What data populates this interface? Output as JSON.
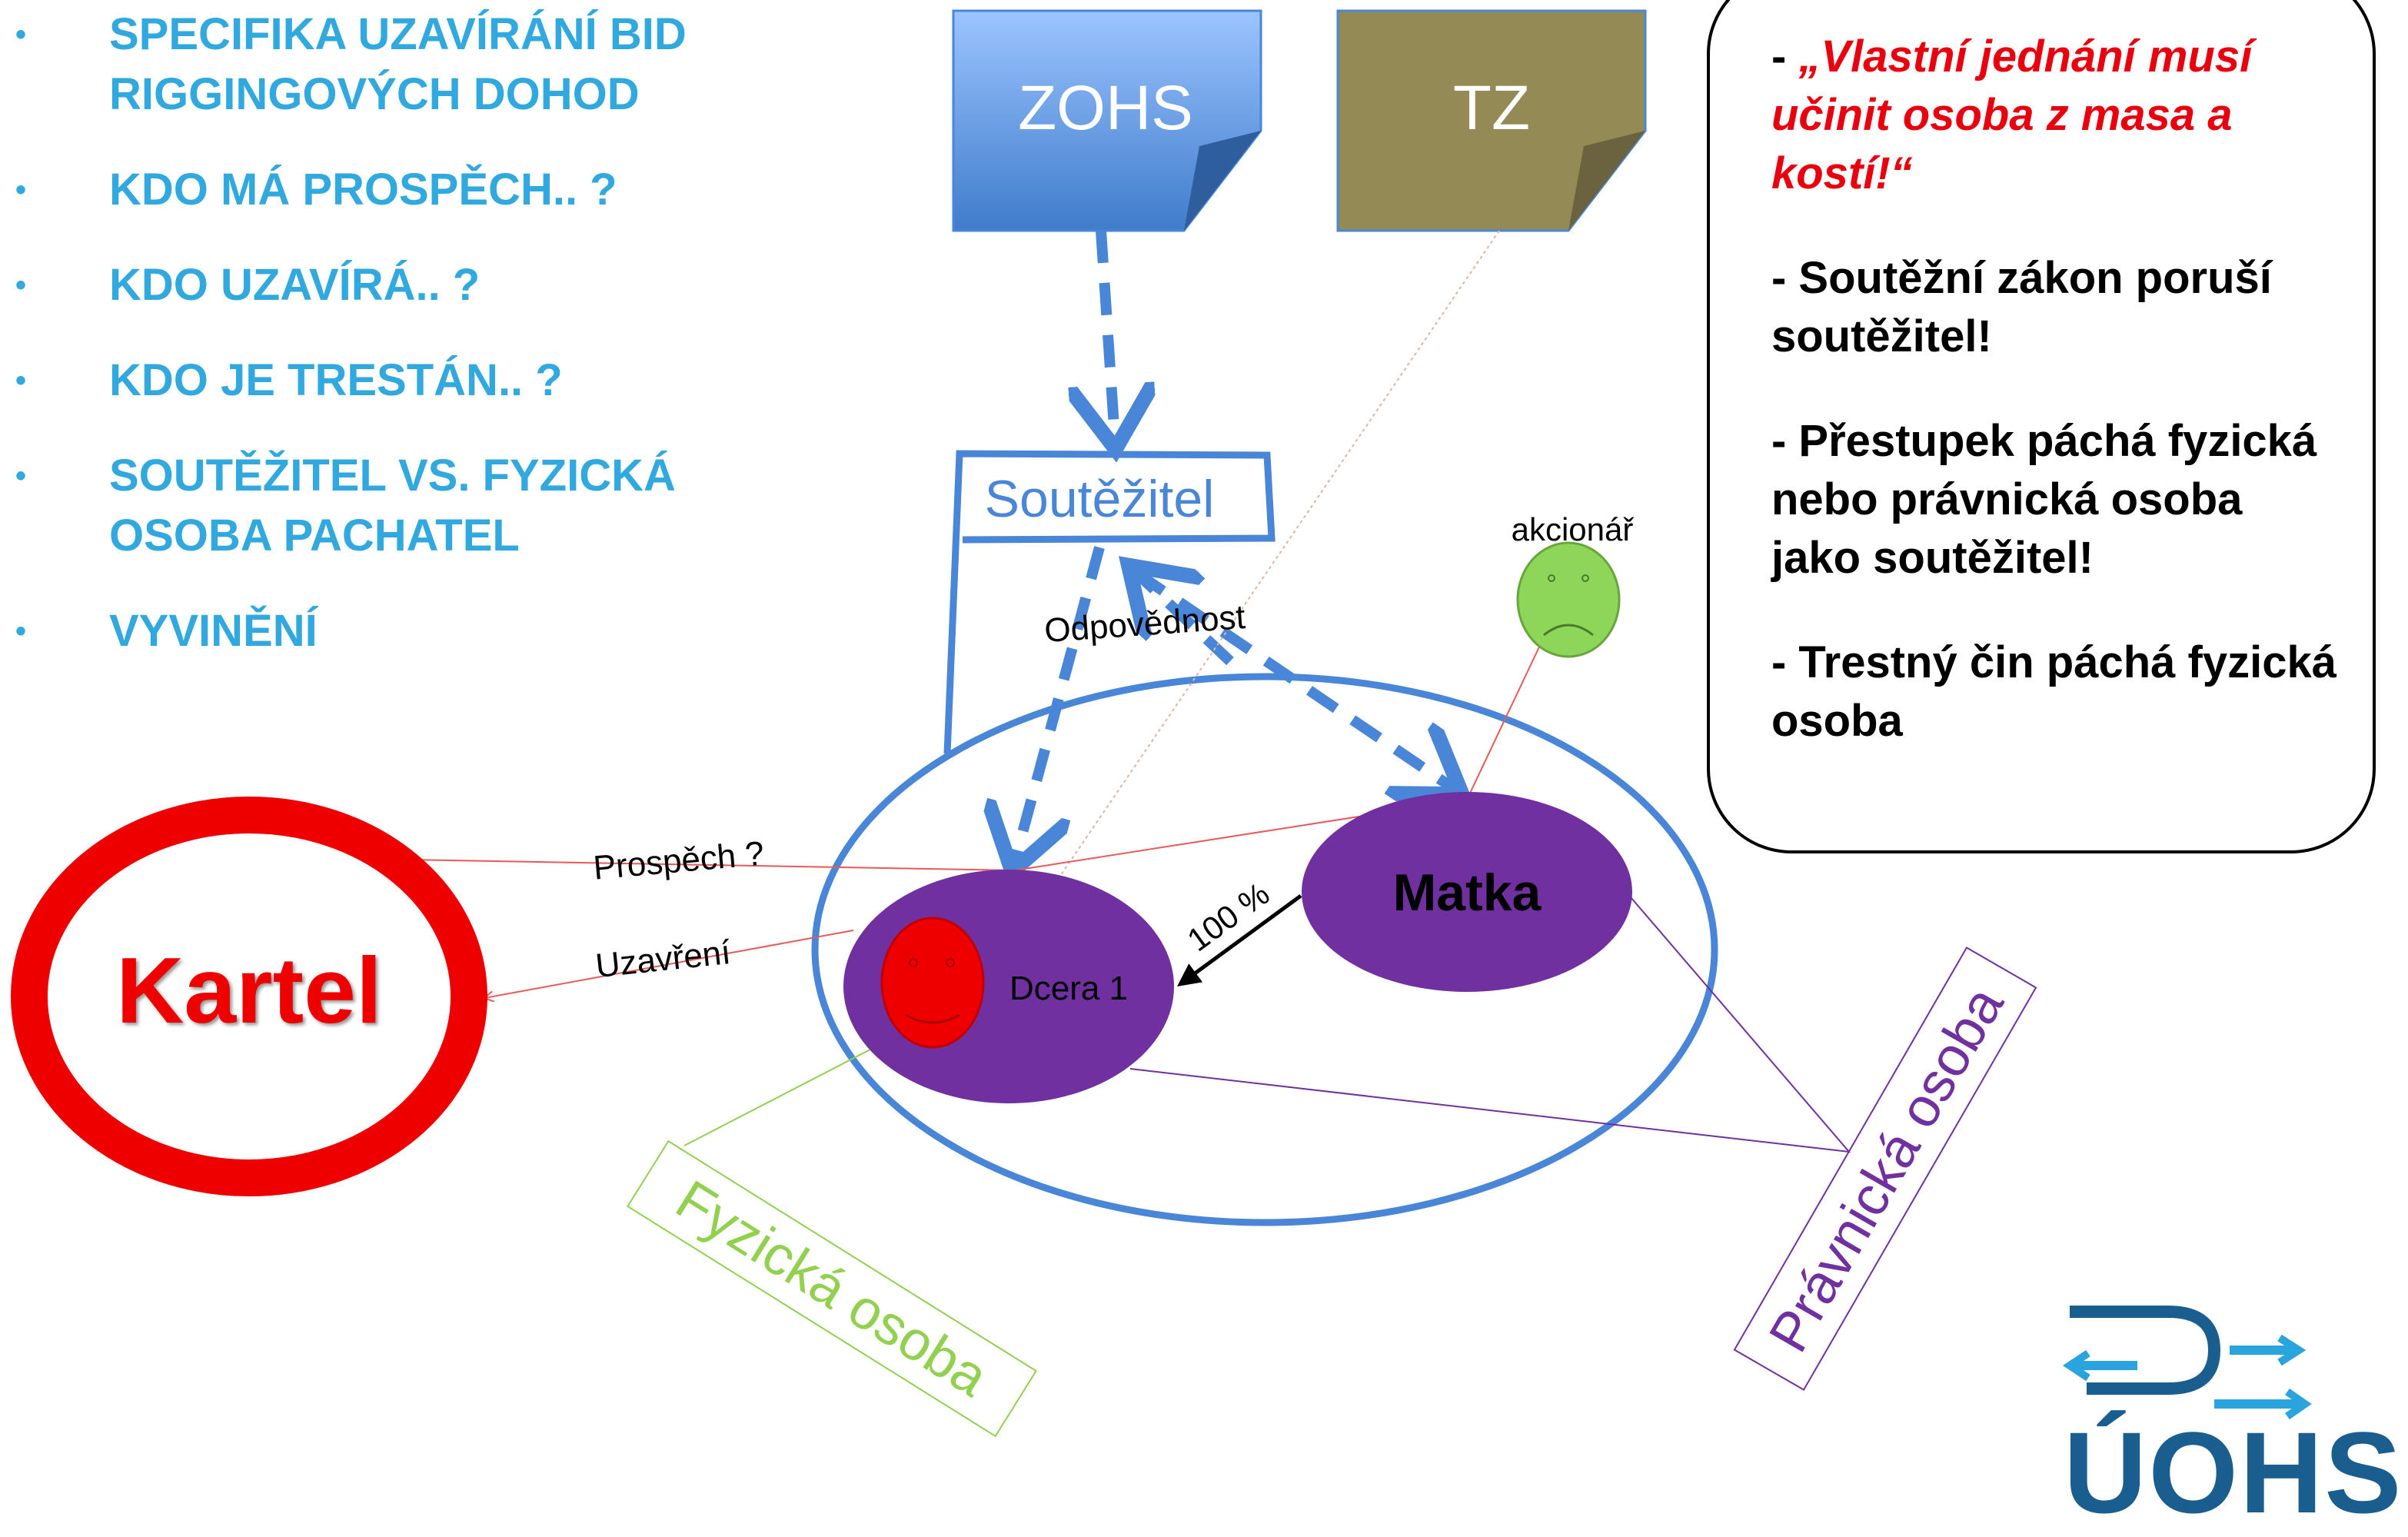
{
  "bullets": [
    {
      "text": "SPECIFIKA UZAVÍRÁNÍ BID\nRIGGINGOVÝCH DOHOD"
    },
    {
      "text": "KDO MÁ PROSPĚCH.. ?"
    },
    {
      "text": "KDO UZAVÍRÁ.. ?"
    },
    {
      "text": "KDO JE TRESTÁN.. ?"
    },
    {
      "text": "SOUTĚŽITEL VS. FYZICKÁ\nOSOBA PACHATEL"
    },
    {
      "text": "VYVINĚNÍ"
    }
  ],
  "bullet_symbol": "•",
  "notes": {
    "zohs": "ZOHS",
    "tz": "TZ",
    "soutezitel": "Soutěžitel"
  },
  "labels": {
    "odpovednost": "Odpovědnost",
    "akcionar": "akcionář",
    "prospech": "Prospěch ?",
    "uzavreni": "Uzavření",
    "sto_procent": "100 %",
    "kartel": "Kartel",
    "dcera": "Dcera 1",
    "matka": "Matka",
    "fyzicka_osoba": "Fyzická osoba",
    "pravnicka_osoba": "Právnická osoba"
  },
  "infobox": {
    "quote_dash": "- ",
    "quote": "„Vlastní jednání musí učinit osoba z masa a kostí!“",
    "p2": "- Soutěžní zákon poruší soutěžitel!",
    "p3": "- Přestupek páchá fyzická nebo právnická osoba jako soutěžitel!",
    "p4": "- Trestný čin páchá fyzická osoba"
  },
  "logo": {
    "text": "ÚOHS"
  },
  "colors": {
    "bullet_blue": "#31a9df",
    "zohs_blue": "#4a86d8",
    "tz_olive": "#948a55",
    "soutezitel_border": "#4a86d8",
    "ellipse_border": "#4a86d8",
    "company_purple": "#7030a0",
    "kartel_red": "#ee0000",
    "fyzicka_green": "#92d050",
    "pravnicka_purple": "#7030a0",
    "logo_blue": "#1a5d8f"
  }
}
